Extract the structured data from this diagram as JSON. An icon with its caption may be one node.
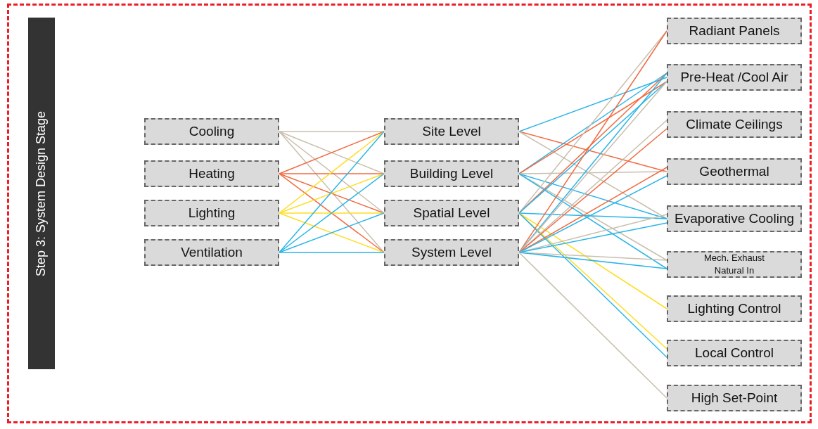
{
  "diagram": {
    "title": "Step 3: System Design Stage",
    "nodes": [
      {
        "text": [
          "Cooling"
        ]
      },
      {
        "text": [
          "Heating"
        ]
      },
      {
        "text": [
          "Lighting"
        ]
      },
      {
        "text": [
          "Ventilation"
        ]
      },
      {
        "text": [
          "Site Level"
        ]
      },
      {
        "text": [
          "Building Level"
        ]
      },
      {
        "text": [
          "Spatial Level"
        ]
      },
      {
        "text": [
          "System Level"
        ]
      },
      {
        "text": [
          "Radiant Panels"
        ]
      },
      {
        "text": [
          "Pre-Heat /Cool Air"
        ]
      },
      {
        "text": [
          "Climate Ceilings"
        ]
      },
      {
        "text": [
          "Geothermal"
        ]
      },
      {
        "text": [
          "Evaporative Cooling"
        ]
      },
      {
        "text": [
          "Mech. Exhaust Natural In"
        ]
      },
      {
        "text": [
          "Lighting Control"
        ]
      },
      {
        "text": [
          "Local Control"
        ]
      },
      {
        "text": [
          "High Set-Point"
        ]
      }
    ],
    "edges": [
      {
        "from": 0,
        "to": 4,
        "arrow": "none",
        "color": "#c9bfae"
      },
      {
        "from": 0,
        "to": 5,
        "arrow": "none",
        "color": "#c9bfae"
      },
      {
        "from": 0,
        "to": 6,
        "arrow": "none",
        "color": "#c9bfae"
      },
      {
        "from": 0,
        "to": 7,
        "arrow": "none",
        "color": "#c9bfae"
      },
      {
        "from": 1,
        "to": 4,
        "arrow": "none",
        "color": "#f26a3f"
      },
      {
        "from": 1,
        "to": 5,
        "arrow": "none",
        "color": "#f26a3f"
      },
      {
        "from": 1,
        "to": 6,
        "arrow": "none",
        "color": "#f26a3f"
      },
      {
        "from": 1,
        "to": 7,
        "arrow": "none",
        "color": "#f26a3f"
      },
      {
        "from": 2,
        "to": 4,
        "arrow": "none",
        "color": "#ffdd22"
      },
      {
        "from": 2,
        "to": 5,
        "arrow": "none",
        "color": "#ffdd22"
      },
      {
        "from": 2,
        "to": 6,
        "arrow": "none",
        "color": "#ffdd22"
      },
      {
        "from": 2,
        "to": 7,
        "arrow": "none",
        "color": "#ffdd22"
      },
      {
        "from": 3,
        "to": 4,
        "arrow": "none",
        "color": "#2bb5e8"
      },
      {
        "from": 3,
        "to": 5,
        "arrow": "none",
        "color": "#2bb5e8"
      },
      {
        "from": 3,
        "to": 6,
        "arrow": "none",
        "color": "#2bb5e8"
      },
      {
        "from": 3,
        "to": 7,
        "arrow": "none",
        "color": "#2bb5e8"
      },
      {
        "from": 4,
        "to": 9,
        "arrow": "none",
        "color": "#2bb5e8"
      },
      {
        "from": 4,
        "to": 11,
        "arrow": "none",
        "color": "#f26a3f"
      },
      {
        "from": 4,
        "to": 12,
        "arrow": "none",
        "color": "#c9bfae"
      },
      {
        "from": 5,
        "to": 9,
        "arrow": "none",
        "color": "#2bb5e8"
      },
      {
        "from": 5,
        "to": 9,
        "arrow": "none",
        "color": "#f26a3f"
      },
      {
        "from": 5,
        "to": 11,
        "arrow": "none",
        "color": "#c9bfae"
      },
      {
        "from": 5,
        "to": 12,
        "arrow": "none",
        "color": "#2bb5e8"
      },
      {
        "from": 5,
        "to": 13,
        "arrow": "none",
        "color": "#c9bfae"
      },
      {
        "from": 5,
        "to": 13,
        "arrow": "none",
        "color": "#2bb5e8"
      },
      {
        "from": 6,
        "to": 8,
        "arrow": "none",
        "color": "#c9bfae"
      },
      {
        "from": 6,
        "to": 9,
        "arrow": "none",
        "color": "#f26a3f"
      },
      {
        "from": 6,
        "to": 9,
        "arrow": "none",
        "color": "#2bb5e8"
      },
      {
        "from": 6,
        "to": 12,
        "arrow": "none",
        "color": "#2bb5e8"
      },
      {
        "from": 6,
        "to": 14,
        "arrow": "none",
        "color": "#ffdd22"
      },
      {
        "from": 6,
        "to": 15,
        "arrow": "none",
        "color": "#ffdd22"
      },
      {
        "from": 6,
        "to": 15,
        "arrow": "none",
        "color": "#2bb5e8"
      },
      {
        "from": 7,
        "to": 8,
        "arrow": "none",
        "color": "#f26a3f"
      },
      {
        "from": 7,
        "to": 9,
        "arrow": "none",
        "color": "#2bb5e8"
      },
      {
        "from": 7,
        "to": 9,
        "arrow": "none",
        "color": "#c9bfae"
      },
      {
        "from": 7,
        "to": 10,
        "arrow": "none",
        "color": "#c9bfae"
      },
      {
        "from": 7,
        "to": 10,
        "arrow": "none",
        "color": "#f26a3f"
      },
      {
        "from": 7,
        "to": 11,
        "arrow": "none",
        "color": "#f26a3f"
      },
      {
        "from": 7,
        "to": 11,
        "arrow": "none",
        "color": "#2bb5e8"
      },
      {
        "from": 7,
        "to": 12,
        "arrow": "none",
        "color": "#c9bfae"
      },
      {
        "from": 7,
        "to": 12,
        "arrow": "none",
        "color": "#2bb5e8"
      },
      {
        "from": 7,
        "to": 13,
        "arrow": "none",
        "color": "#c9bfae"
      },
      {
        "from": 7,
        "to": 13,
        "arrow": "none",
        "color": "#2bb5e8"
      },
      {
        "from": 7,
        "to": 16,
        "arrow": "none",
        "color": "#c9bfae"
      }
    ]
  }
}
